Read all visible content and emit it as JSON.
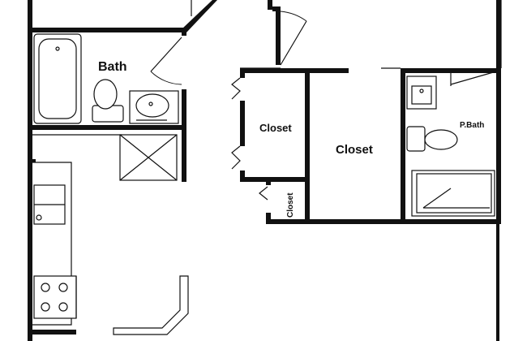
{
  "rooms": {
    "bath": {
      "label": "Bath"
    },
    "closet_upper": {
      "label": "Closet"
    },
    "closet_main": {
      "label": "Closet"
    },
    "closet_small": {
      "label": "Closet"
    },
    "private_bath": {
      "label": "P.Bath"
    }
  },
  "colors": {
    "wall": "#111111",
    "background": "#ffffff"
  },
  "fixtures": [
    "bathtub",
    "toilet",
    "vanity-sink",
    "shower",
    "toilet",
    "vanity-sink",
    "shower",
    "kitchen-sink",
    "range-cooktop"
  ]
}
